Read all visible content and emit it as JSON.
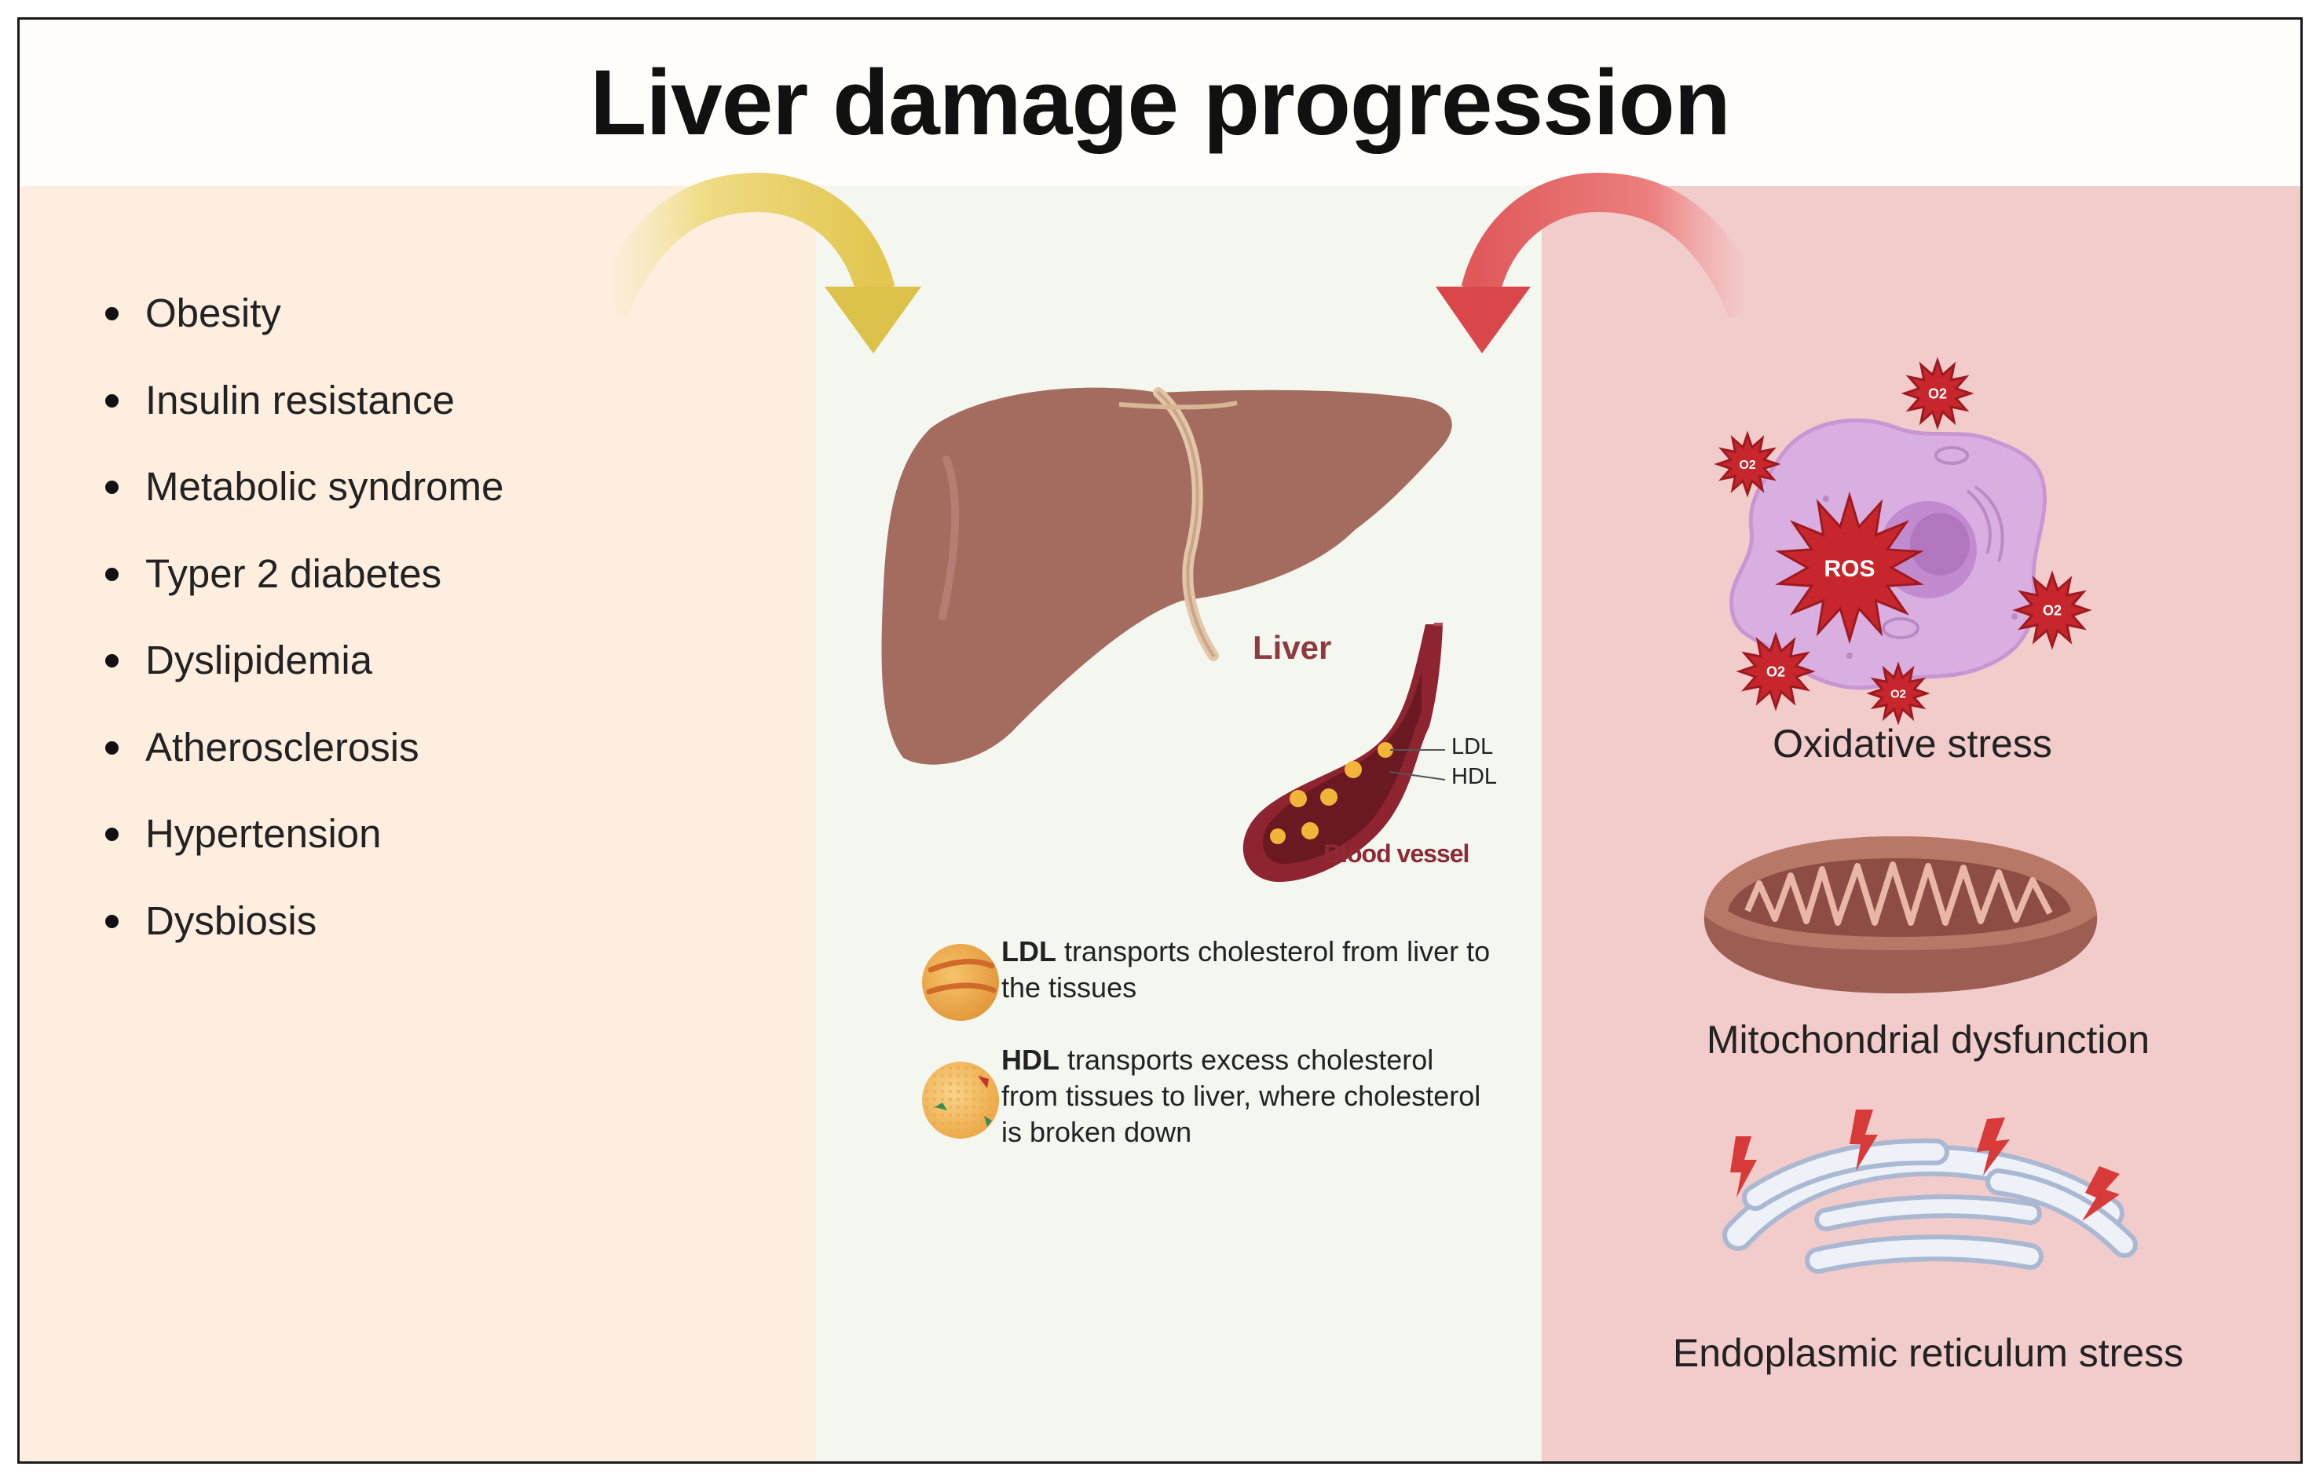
{
  "title": "Liver damage progression",
  "risk_factors": [
    "Obesity",
    "Insulin resistance",
    "Metabolic syndrome",
    "Typer 2 diabetes",
    "Dyslipidemia",
    "Atherosclerosis",
    "Hypertension",
    "Dysbiosis"
  ],
  "center": {
    "liver_label": "Liver",
    "blood_vessel_label": "Blood vessel",
    "ldl_tag": "LDL",
    "hdl_tag": "HDL",
    "legend": {
      "ldl_term": "LDL",
      "ldl_text": "transports cholesterol from liver to the tissues",
      "hdl_term": "HDL",
      "hdl_text": "transports excess cholesterol from tissues to liver, where cholesterol is broken down"
    }
  },
  "stresses": {
    "oxidative": "Oxidative stress",
    "ros_label": "ROS",
    "o2_label": "O2",
    "mitochondrial": "Mitochondrial dysfunction",
    "er": "Endoplasmic reticulum stress"
  },
  "colors": {
    "left_panel": "#fdeedf",
    "middle_panel": "#f4f6f0",
    "right_panel": "#f2cbcb",
    "liver": "#a26a5e",
    "yellow_arrow": "#ecd56a",
    "red_arrow": "#e56466"
  }
}
